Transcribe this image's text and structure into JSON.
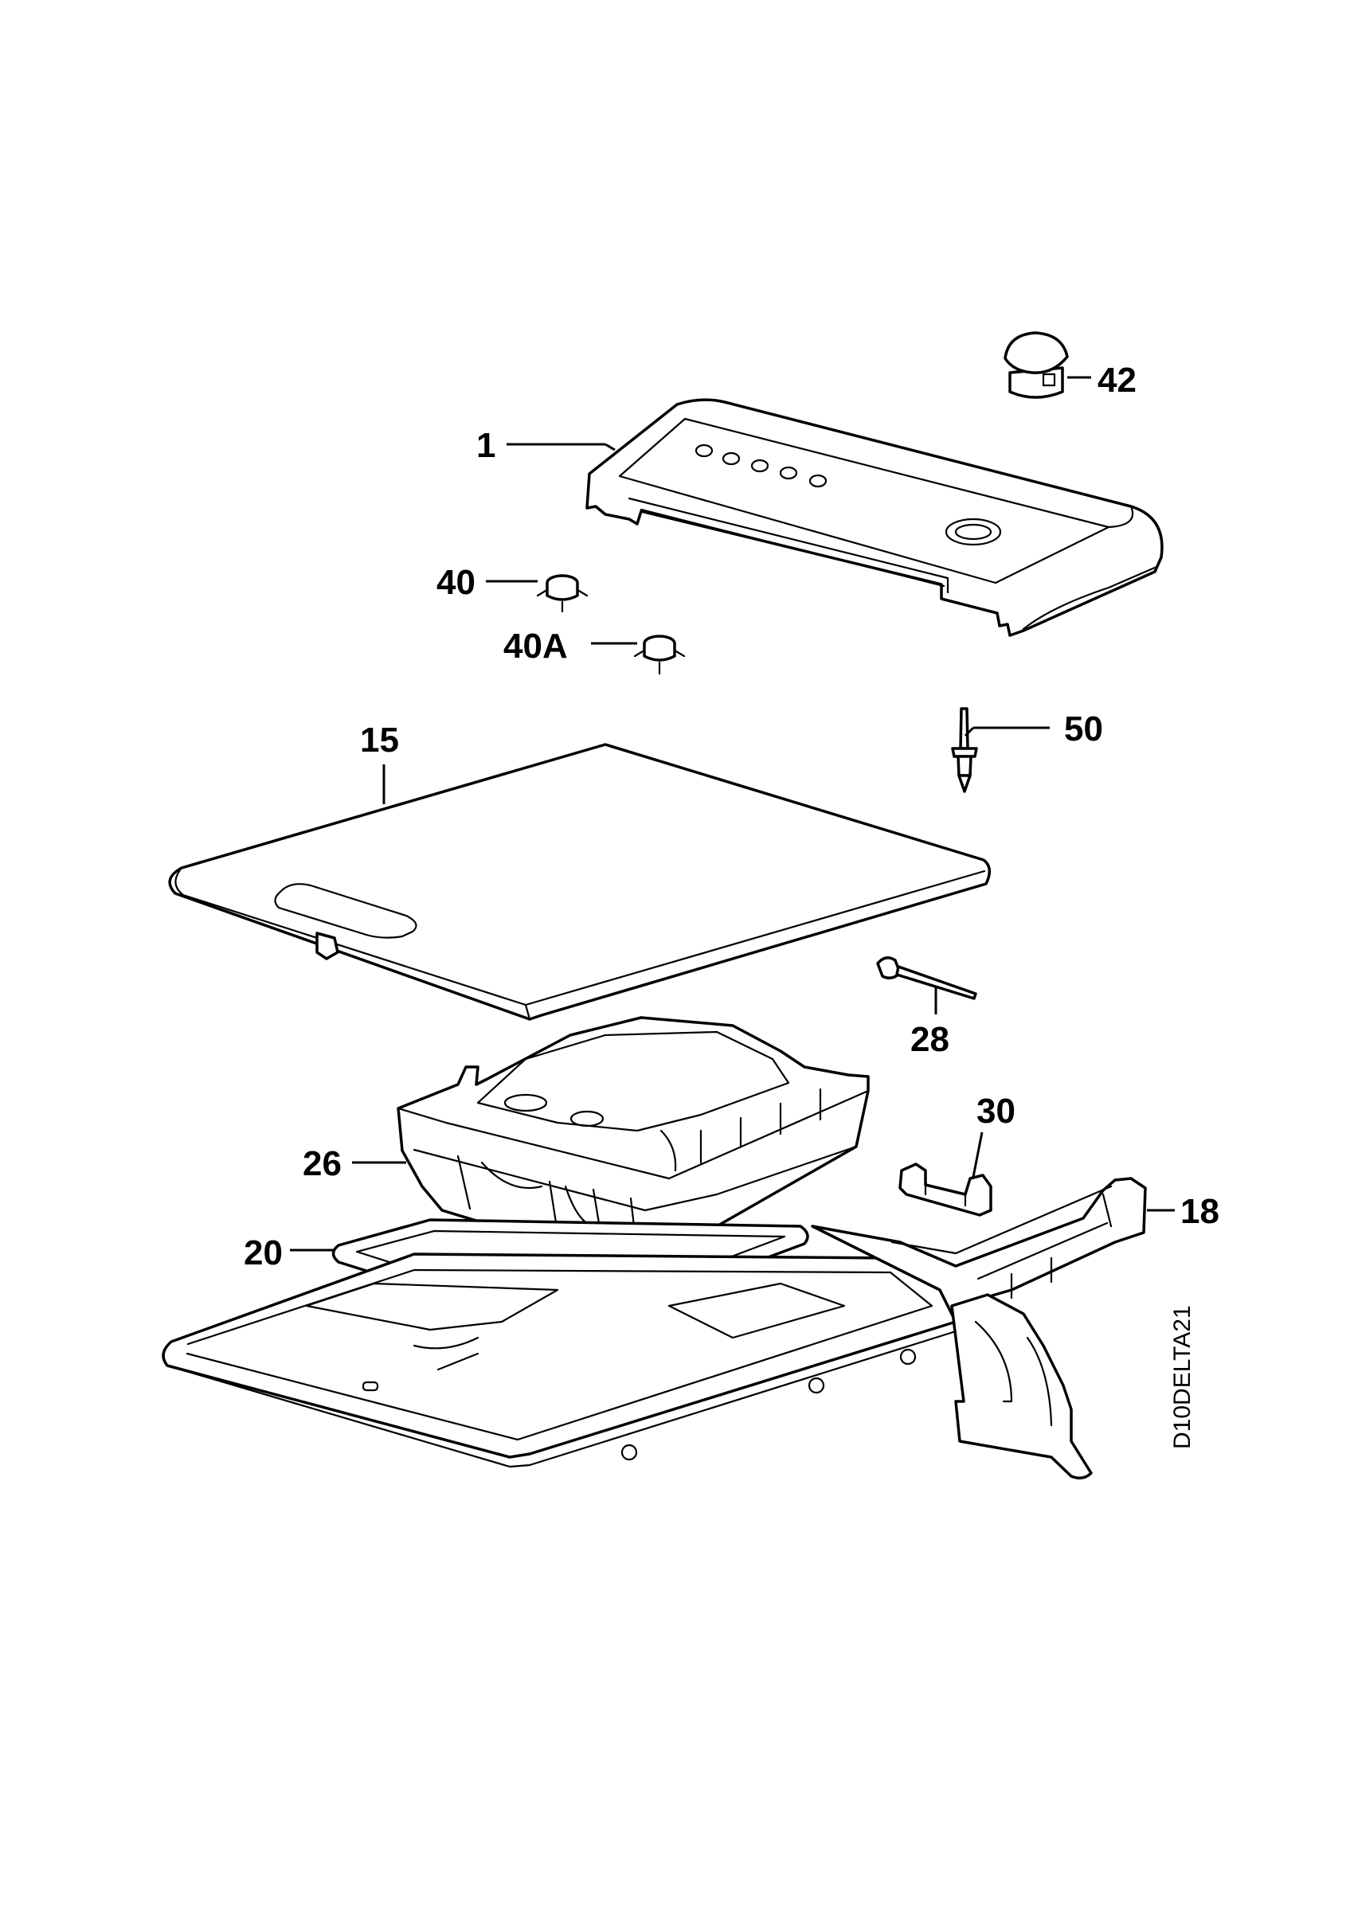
{
  "labels": {
    "l1": "1",
    "l42": "42",
    "l40": "40",
    "l40a": "40A",
    "l50": "50",
    "l15": "15",
    "l28": "28",
    "l30": "30",
    "l26": "26",
    "l18": "18",
    "l20": "20"
  },
  "drawing_code": "D10DELTA21"
}
